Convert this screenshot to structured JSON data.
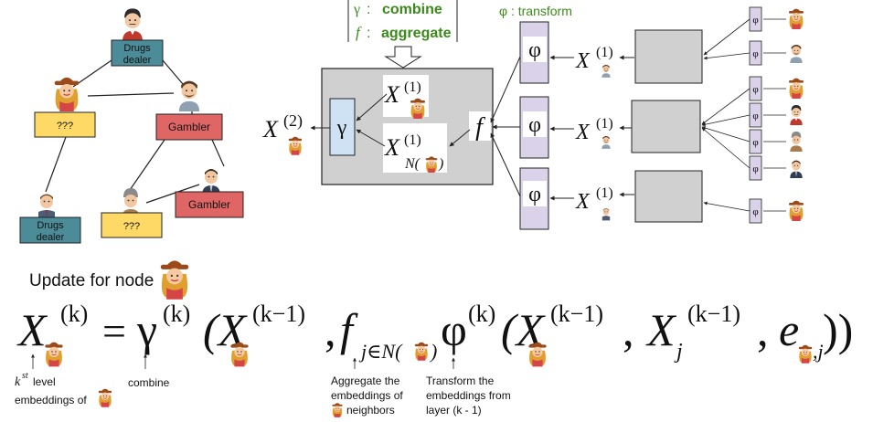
{
  "graph": {
    "drugs_dealer_top": "Drugs dealer",
    "unknown_left": "???",
    "gambler_right": "Gambler",
    "drugs_dealer_bottom": "Drugs dealer",
    "unknown_bottom": "???",
    "gambler_bottom": "Gambler"
  },
  "legend": {
    "gamma_symbol": "γ",
    "gamma_desc": "combine",
    "f_symbol": "f",
    "f_desc": "aggregate",
    "phi_desc": "φ : transform",
    "separator": ":"
  },
  "center_box": {
    "x_self": "X",
    "x_self_sup": "(1)",
    "x_neigh": "X",
    "x_neigh_sup": "(1)",
    "x_neigh_sub": "N(",
    "x_neigh_sub_close": ")",
    "gamma": "γ",
    "f": "f",
    "output": "X",
    "output_sup": "(2)"
  },
  "transform_rows": [
    {
      "phi": "φ",
      "x": "X",
      "sup": "(1)"
    },
    {
      "phi": "φ",
      "x": "X",
      "sup": "(1)"
    },
    {
      "phi": "φ",
      "x": "X",
      "sup": "(1)"
    }
  ],
  "small_phi": "φ",
  "formula": {
    "title": "Update for node",
    "lhs": "X",
    "lhs_sup": "(k)",
    "eq": "=",
    "gamma": "γ",
    "gamma_sup": "(k)",
    "open": "(X",
    "x_sup": "(k−1)",
    "comma": ",",
    "f": "f",
    "f_sub": "j∈N(",
    "f_sub_close": ")",
    "phi": "φ",
    "phi_sup": "(k)",
    "open2": "(X",
    "x2_sup": "(k−1)",
    "comma2": ",",
    "xj": "X",
    "xj_sub": "j",
    "xj_sup": "(k−1)",
    "comma3": ",",
    "e": "e",
    "e_sub": ",j",
    "close": "))"
  },
  "annotations": {
    "kst_k": "k",
    "kst_st": "st",
    "kst_rest": " level",
    "kst_line2": "embeddings of",
    "combine": "combine",
    "aggregate_line1": "Aggregate the",
    "aggregate_line2": "embeddings of",
    "aggregate_line3": "neighbors",
    "transform_line1": "Transform the",
    "transform_line2": "embeddings from",
    "transform_line3": "layer (k - 1)"
  }
}
